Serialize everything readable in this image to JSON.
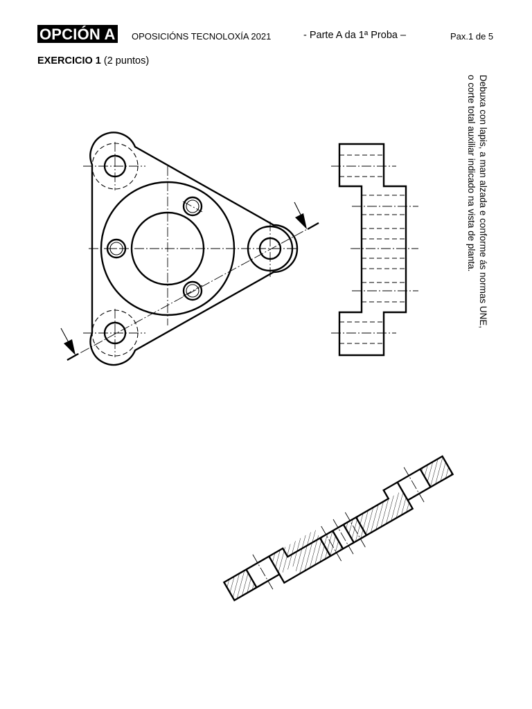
{
  "header": {
    "option_label": "OPCIÓN A",
    "exam_title": "OPOSICIÓNS TECNOLOXÍA 2021",
    "part_label": "- Parte A da 1ª Proba –",
    "page_label": "Pax.1 de 5"
  },
  "exercise": {
    "title": "EXERCICIO 1",
    "points": "(2 puntos)"
  },
  "instruction": {
    "line1": "Debuxa con lapis, a man alzada e conforme ás normas UNE,",
    "line2": "o corte total auxiliar indicado na vista de planta."
  }
}
